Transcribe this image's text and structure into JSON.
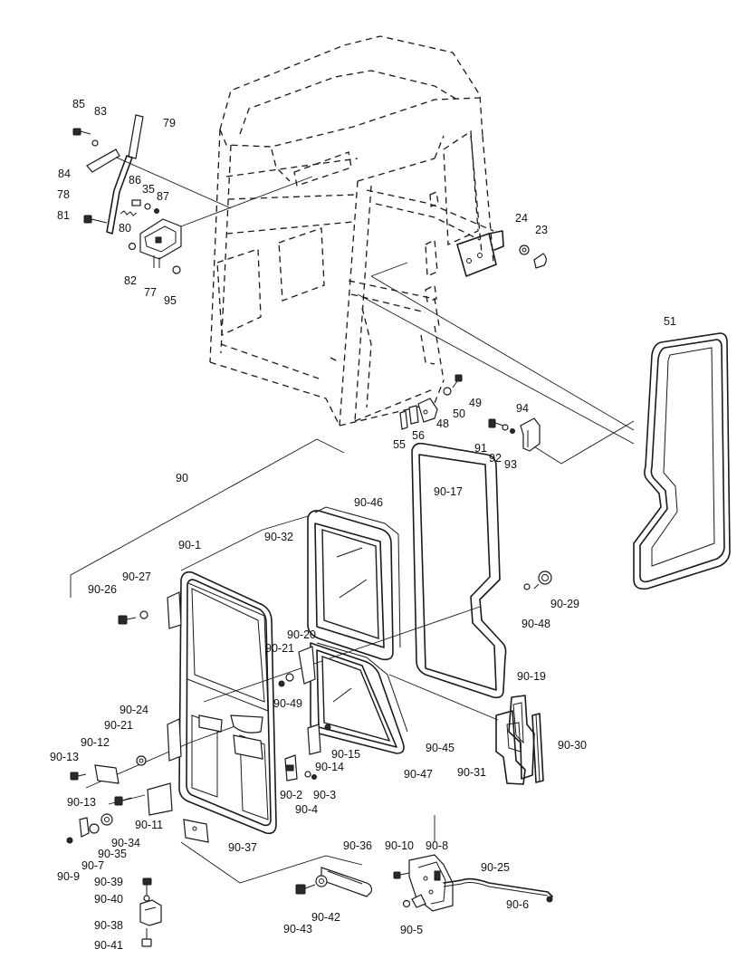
{
  "diagram": {
    "labels": {
      "p85": "85",
      "p83": "83",
      "p79": "79",
      "p84": "84",
      "p78": "78",
      "p86": "86",
      "p35": "35",
      "p87": "87",
      "p81": "81",
      "p80": "80",
      "p82": "82",
      "p77": "77",
      "p95": "95",
      "p24": "24",
      "p23": "23",
      "p51": "51",
      "p49": "49",
      "p50": "50",
      "p48": "48",
      "p94": "94",
      "p91": "91",
      "p92": "92",
      "p93": "93",
      "p55": "55",
      "p56": "56",
      "p90": "90",
      "p90_17": "90-17",
      "p90_46": "90-46",
      "p90_32": "90-32",
      "p90_1": "90-1",
      "p90_27": "90-27",
      "p90_26": "90-26",
      "p90_29": "90-29",
      "p90_48": "90-48",
      "p90_20": "90-20",
      "p90_21a": "90-21",
      "p90_49": "90-49",
      "p90_19": "90-19",
      "p90_24": "90-24",
      "p90_21b": "90-21",
      "p90_12": "90-12",
      "p90_13a": "90-13",
      "p90_15": "90-15",
      "p90_45": "90-45",
      "p90_30": "90-30",
      "p90_14": "90-14",
      "p90_31": "90-31",
      "p90_47": "90-47",
      "p90_2": "90-2",
      "p90_3": "90-3",
      "p90_4": "90-4",
      "p90_13b": "90-13",
      "p90_11": "90-11",
      "p90_34": "90-34",
      "p90_35": "90-35",
      "p90_7": "90-7",
      "p90_9": "90-9",
      "p90_37": "90-37",
      "p90_36": "90-36",
      "p90_10": "90-10",
      "p90_8": "90-8",
      "p90_25": "90-25",
      "p90_39": "90-39",
      "p90_40": "90-40",
      "p90_38": "90-38",
      "p90_41": "90-41",
      "p90_43": "90-43",
      "p90_42": "90-42",
      "p90_5": "90-5",
      "p90_6": "90-6"
    }
  }
}
